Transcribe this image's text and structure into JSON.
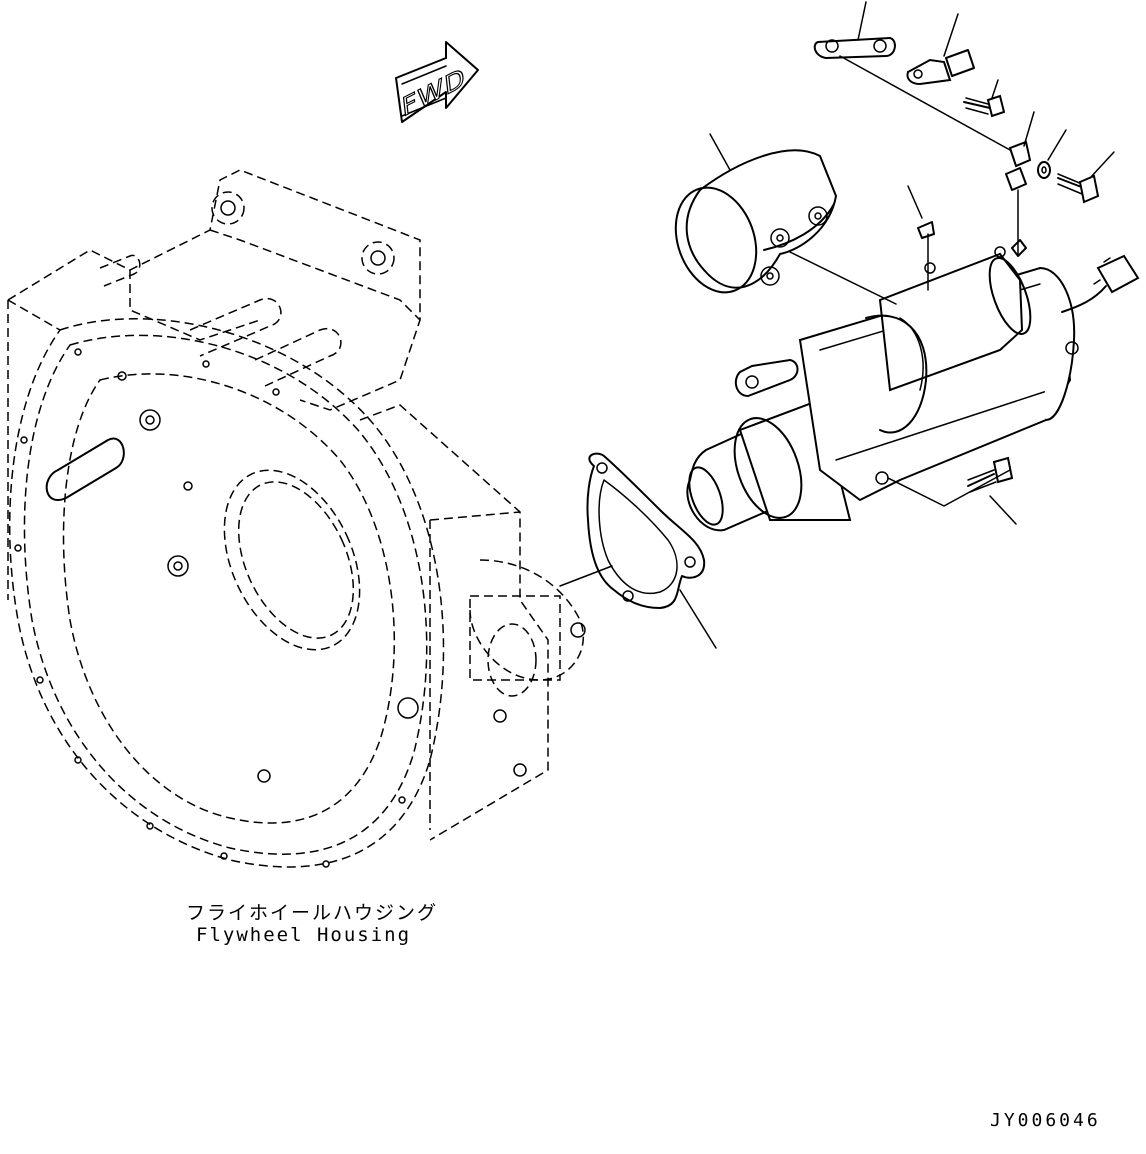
{
  "diagram": {
    "fwd_label": "FWD",
    "housing_caption_jp": "フライホイールハウジング",
    "housing_caption_en": "Flywheel Housing",
    "drawing_id": "JY006046"
  }
}
